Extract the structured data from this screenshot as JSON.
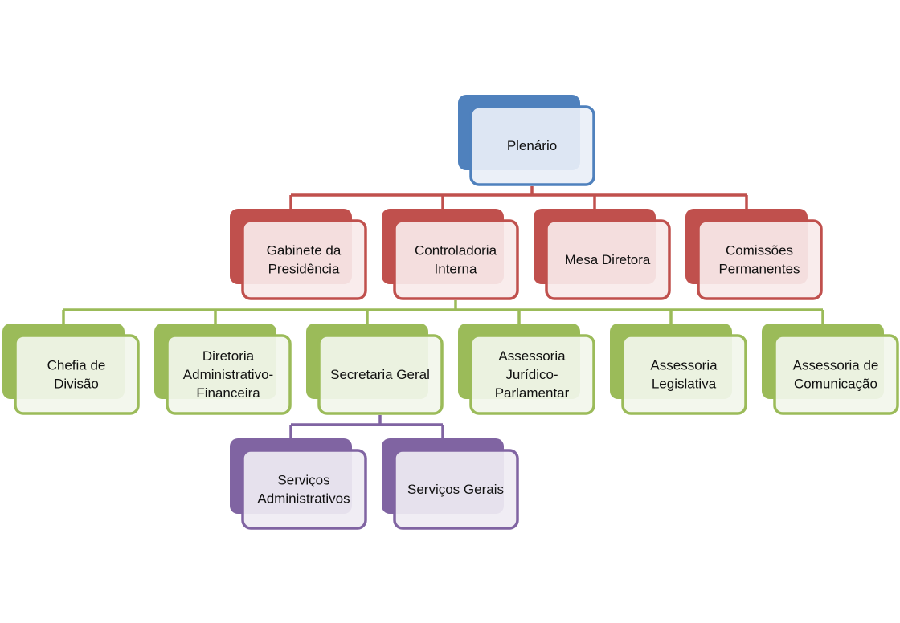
{
  "colors": {
    "blue_fill": "#4F81BD",
    "blue_light": "#E9EFF7",
    "red_fill": "#C0504D",
    "red_light": "#F8EAEA",
    "green_fill": "#9BBB59",
    "green_light": "#F2F6EB",
    "purple_fill": "#8064A2",
    "purple_light": "#EFEBF3"
  },
  "nodes": [
    {
      "id": "plenario",
      "lines": [
        "Plenário"
      ],
      "color": "blue"
    },
    {
      "id": "gabinete-da-presidencia",
      "lines": [
        "Gabinete da",
        "Presidência"
      ],
      "color": "red"
    },
    {
      "id": "controladoria-interna",
      "lines": [
        "Controladoria",
        "Interna"
      ],
      "color": "red"
    },
    {
      "id": "mesa-diretora",
      "lines": [
        "Mesa Diretora"
      ],
      "color": "red"
    },
    {
      "id": "comissoes-permanentes",
      "lines": [
        "Comissões",
        "Permanentes"
      ],
      "color": "red"
    },
    {
      "id": "chefia-de-divisao",
      "lines": [
        "Chefia de",
        "Divisão"
      ],
      "color": "green"
    },
    {
      "id": "diretoria-administrativo-financeira",
      "lines": [
        "Diretoria",
        "Administrativo-",
        "Financeira"
      ],
      "color": "green"
    },
    {
      "id": "secretaria-geral",
      "lines": [
        "Secretaria Geral"
      ],
      "color": "green"
    },
    {
      "id": "assessoria-juridico-parlamentar",
      "lines": [
        "Assessoria",
        "Jurídico-",
        "Parlamentar"
      ],
      "color": "green"
    },
    {
      "id": "assessoria-legislativa",
      "lines": [
        "Assessoria",
        "Legislativa"
      ],
      "color": "green"
    },
    {
      "id": "assessoria-de-comunicacao",
      "lines": [
        "Assessoria de",
        "Comunicação"
      ],
      "color": "green"
    },
    {
      "id": "servicos-administrativos",
      "lines": [
        "Serviços",
        "Administrativos"
      ],
      "color": "purple"
    },
    {
      "id": "servicos-gerais",
      "lines": [
        "Serviços Gerais"
      ],
      "color": "purple"
    }
  ],
  "edges": [
    {
      "from": "plenario",
      "to": "gabinete-da-presidencia"
    },
    {
      "from": "plenario",
      "to": "controladoria-interna"
    },
    {
      "from": "plenario",
      "to": "mesa-diretora"
    },
    {
      "from": "plenario",
      "to": "comissoes-permanentes"
    },
    {
      "from": "controladoria-interna",
      "to": "chefia-de-divisao"
    },
    {
      "from": "controladoria-interna",
      "to": "diretoria-administrativo-financeira"
    },
    {
      "from": "controladoria-interna",
      "to": "secretaria-geral"
    },
    {
      "from": "controladoria-interna",
      "to": "assessoria-juridico-parlamentar"
    },
    {
      "from": "controladoria-interna",
      "to": "assessoria-legislativa"
    },
    {
      "from": "controladoria-interna",
      "to": "assessoria-de-comunicacao"
    },
    {
      "from": "secretaria-geral",
      "to": "servicos-administrativos"
    },
    {
      "from": "secretaria-geral",
      "to": "servicos-gerais"
    }
  ]
}
